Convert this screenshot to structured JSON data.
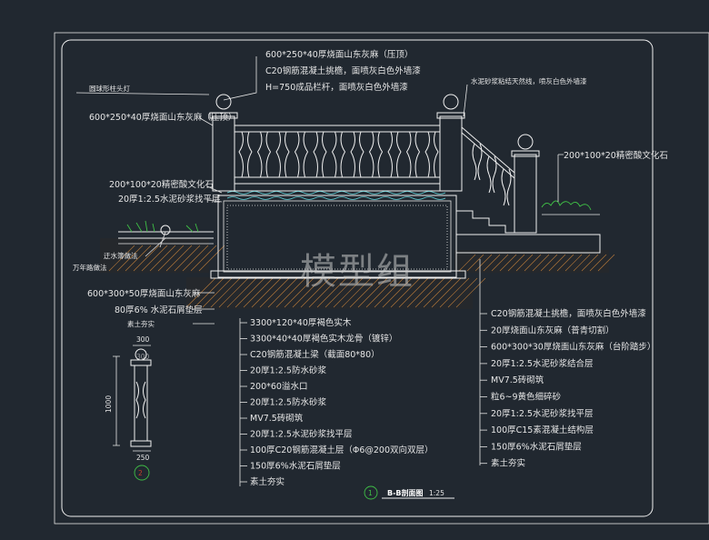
{
  "watermark": "模型组",
  "section_title": "B-B剖面图",
  "section_scale": "1:25",
  "callout_section": "1",
  "callout_detail": "2",
  "labels_top": [
    "600*250*40厚烧面山东灰麻（压顶）",
    "C20钢筋混凝土挑檐，面喷灰白色外墙漆",
    "H=750成品栏杆，面喷灰白色外墙漆"
  ],
  "label_lamp": "圆球形柱头灯",
  "label_left_cap": "600*250*40厚烧面山东灰麻（压顶）",
  "label_wall_paint": "水泥砂浆粘结天然线，喷灰白色外墙漆",
  "label_right_stone": "200*100*20精密酸文化石",
  "labels_left_mid": [
    "200*100*20精密酸文化石",
    "20厚1:2.5水泥砂浆找平层"
  ],
  "label_drain": "迂水簿做法",
  "label_curb": "万年路做法",
  "labels_left_bottom": [
    "600*300*50厚烧面山东灰麻",
    "80厚6% 水泥石屑垫层",
    "素土夯实"
  ],
  "labels_center": [
    "3300*120*40厚褐色实木",
    "3300*40*40厚褐色实木龙骨（镀锌）",
    "C20钢筋混凝土梁（截面80*80）",
    "20厚1:2.5防水砂浆",
    "200*60溢水口",
    "20厚1:2.5防水砂浆",
    "MV7.5砖砌筑",
    "20厚1:2.5水泥砂浆找平层",
    "100厚C20钢筋混凝土层（Φ6@200双向双层）",
    "150厚6%水泥石屑垫层",
    "素土夯实"
  ],
  "labels_right": [
    "C20钢筋混凝土挑檐，面喷灰白色外墙漆",
    "20厚烧面山东灰麻（普青切割）",
    "600*300*30厚烧面山东灰麻（台阶踏步）",
    "20厚1:2.5水泥砂浆结合层",
    "MV7.5砖砌筑",
    "粒6~9黄色细碎砂",
    "20厚1:2.5水泥砂浆找平层",
    "100厚C15素混凝土结构层",
    "150厚6%水泥石屑垫层",
    "素土夯实"
  ],
  "detail_dims": [
    "300",
    "300",
    "1000",
    "250"
  ],
  "colors": {
    "background": "#212830",
    "linework": "#e6e6e6",
    "soil_hatch": "#b87a3a",
    "plant": "#3fbf46",
    "callout": "#3fbf46",
    "water": "#62cfd6"
  }
}
